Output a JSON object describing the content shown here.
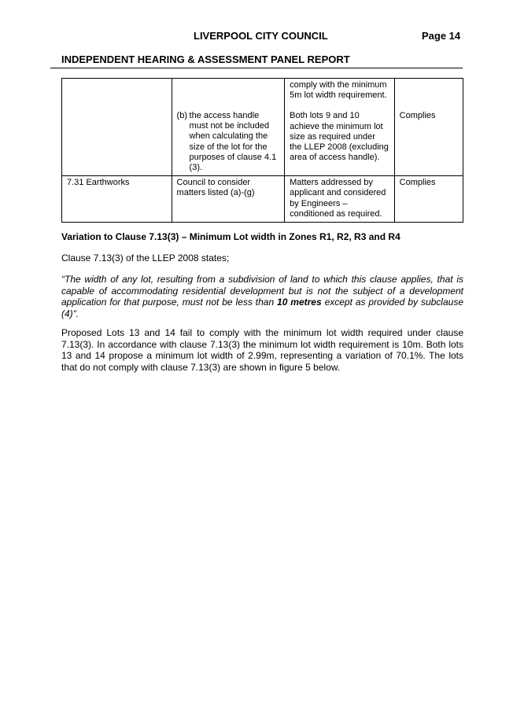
{
  "header": {
    "council": "LIVERPOOL CITY COUNCIL",
    "page": "Page 14",
    "report": "INDEPENDENT HEARING & ASSESSMENT PANEL REPORT"
  },
  "table": {
    "rows": [
      {
        "clause": "",
        "requirement_label": "(b)",
        "requirement_text": "the access handle must not be included when calculating the size of the lot for the purposes of clause 4.1 (3).",
        "proposal_part1": "comply with the minimum 5m lot width requirement.",
        "proposal_part2": "Both lots 9 and 10 achieve the minimum lot size as required under the LLEP 2008 (excluding area of access handle).",
        "compliance": "Complies"
      },
      {
        "clause": "7.31 Earthworks",
        "requirement_text": "Council to consider matters listed (a)-(g)",
        "proposal": "Matters addressed by applicant and considered by Engineers – conditioned as required.",
        "compliance": "Complies"
      }
    ]
  },
  "variation": {
    "heading": "Variation to Clause 7.13(3) – Minimum Lot width in Zones R1, R2, R3 and R4",
    "intro": "Clause 7.13(3) of the LLEP 2008 states;",
    "quote_before": "“The width of any lot, resulting from a subdivision of land to which this clause applies, that is capable of accommodating residential development but is not the subject of a development application for that purpose, must not be less than ",
    "quote_bold": "10 metres",
    "quote_after": " except as provided by subclause (4)”.",
    "body": "Proposed Lots 13 and 14 fail to comply with the minimum lot width required under clause 7.13(3). In accordance with clause 7.13(3) the minimum lot width requirement is 10m. Both lots 13 and 14 propose a minimum lot width of 2.99m, representing a variation of 70.1%. The lots that do not comply with clause 7.13(3) are shown in figure 5 below."
  }
}
